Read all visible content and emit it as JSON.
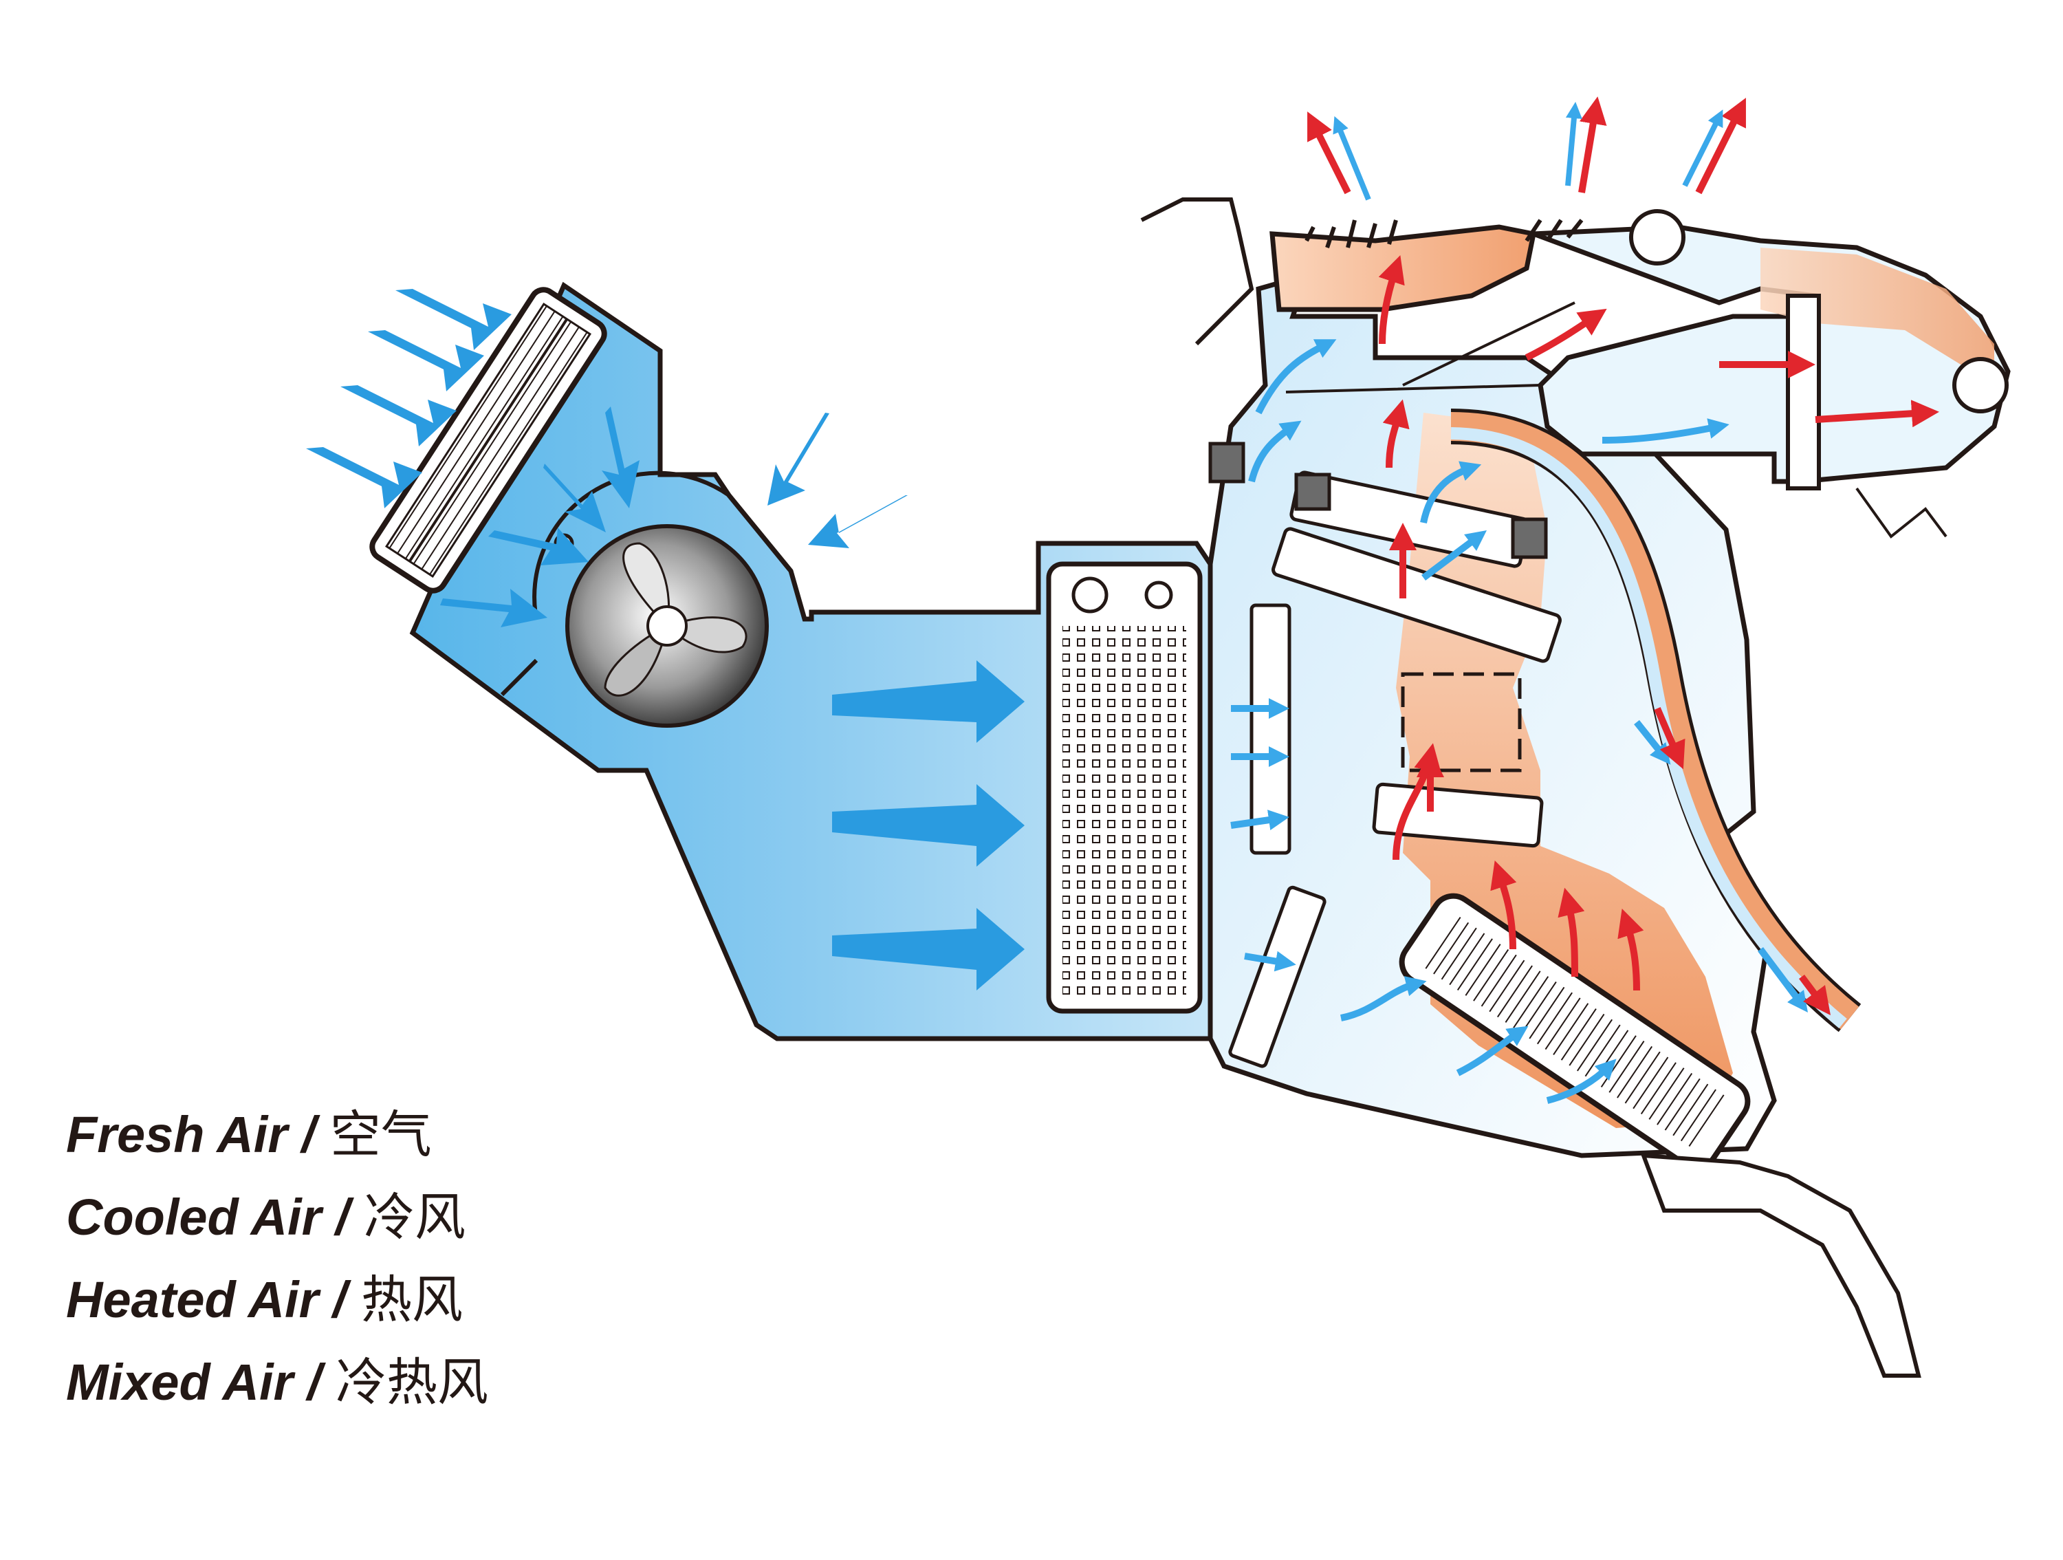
{
  "legend": {
    "items": [
      {
        "en": "Fresh Air /",
        "cn": "空气"
      },
      {
        "en": "Cooled Air /",
        "cn": "冷风"
      },
      {
        "en": "Heated Air /",
        "cn": "热风"
      },
      {
        "en": "Mixed Air /",
        "cn": "冷热风"
      }
    ]
  },
  "colors": {
    "fresh": "#2a9be0",
    "cooled": "#3aa8ea",
    "heated": "#e1262d",
    "mixed_warm": "#f2a476",
    "duct_blue": "#bfe3f7",
    "outline": "#231815"
  },
  "icons": [
    "air-filter-icon",
    "blower-fan-icon",
    "evaporator-icon",
    "heater-core-icon",
    "blend-door-icon",
    "vent-icon"
  ]
}
